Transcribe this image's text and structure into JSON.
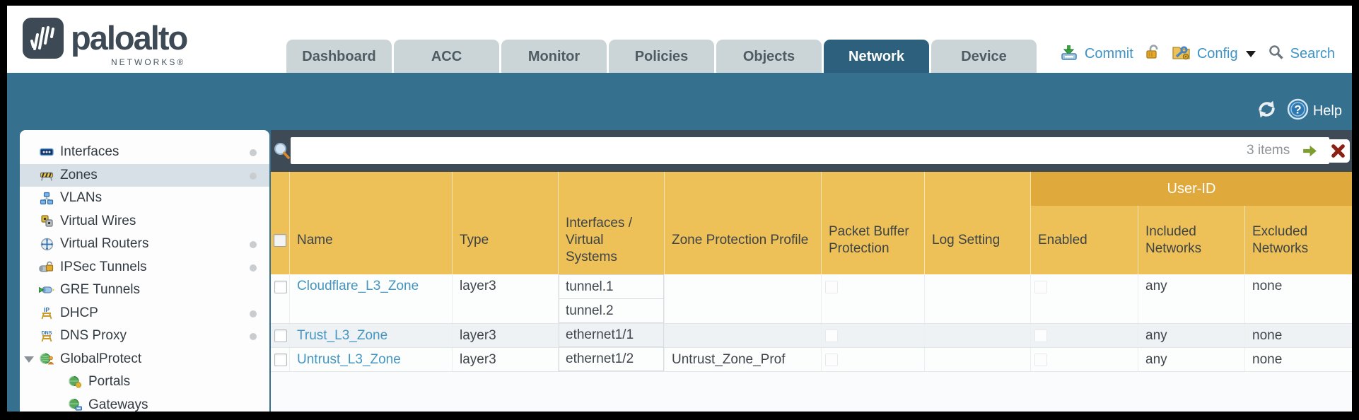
{
  "brand": {
    "name": "paloalto",
    "sub": "NETWORKS®"
  },
  "nav": {
    "tabs": [
      "Dashboard",
      "ACC",
      "Monitor",
      "Policies",
      "Objects",
      "Network",
      "Device"
    ],
    "active_tab": "Network",
    "commit_label": "Commit",
    "config_label": "Config",
    "search_label": "Search"
  },
  "toolbar": {
    "help_label": "Help"
  },
  "sidebar": {
    "selected": "Zones",
    "items": [
      {
        "label": "Interfaces"
      },
      {
        "label": "Zones"
      },
      {
        "label": "VLANs"
      },
      {
        "label": "Virtual Wires"
      },
      {
        "label": "Virtual Routers"
      },
      {
        "label": "IPSec Tunnels"
      },
      {
        "label": "GRE Tunnels"
      },
      {
        "label": "DHCP"
      },
      {
        "label": "DNS Proxy"
      },
      {
        "label": "GlobalProtect"
      },
      {
        "label": "Portals"
      },
      {
        "label": "Gateways"
      }
    ]
  },
  "search_bar": {
    "value": "",
    "count": "3 items"
  },
  "table": {
    "group_header": "User-ID",
    "columns": [
      "Name",
      "Type",
      "Interfaces / Virtual Systems",
      "Zone Protection Profile",
      "Packet Buffer Protection",
      "Log Setting",
      "Enabled",
      "Included Networks",
      "Excluded Networks"
    ],
    "rows": [
      {
        "name": "Cloudflare_L3_Zone",
        "type": "layer3",
        "interfaces_virtual_systems": [
          "tunnel.1",
          "tunnel.2"
        ],
        "zone_protection_profile": "",
        "packet_buffer_protection": false,
        "log_setting": "",
        "user_id_enabled": false,
        "included_networks": "any",
        "excluded_networks": "none"
      },
      {
        "name": "Trust_L3_Zone",
        "type": "layer3",
        "interfaces_virtual_systems": [
          "ethernet1/1"
        ],
        "zone_protection_profile": "",
        "packet_buffer_protection": false,
        "log_setting": "",
        "user_id_enabled": false,
        "included_networks": "any",
        "excluded_networks": "none"
      },
      {
        "name": "Untrust_L3_Zone",
        "type": "layer3",
        "interfaces_virtual_systems": [
          "ethernet1/2"
        ],
        "zone_protection_profile": "Untrust_Zone_Prof",
        "packet_buffer_protection": false,
        "log_setting": "",
        "user_id_enabled": false,
        "included_networks": "any",
        "excluded_networks": "none"
      }
    ]
  },
  "colors": {
    "teal_band": "#35708E",
    "active_tab": "#2D607C",
    "slate_band": "#3E4A56",
    "header_yellow": "#EDC157",
    "user_id_orange": "#DFA93C",
    "link_blue": "#4496C0",
    "sidebar_selected": "#D6E0E6",
    "row_stripe": "#EEF2F5"
  }
}
